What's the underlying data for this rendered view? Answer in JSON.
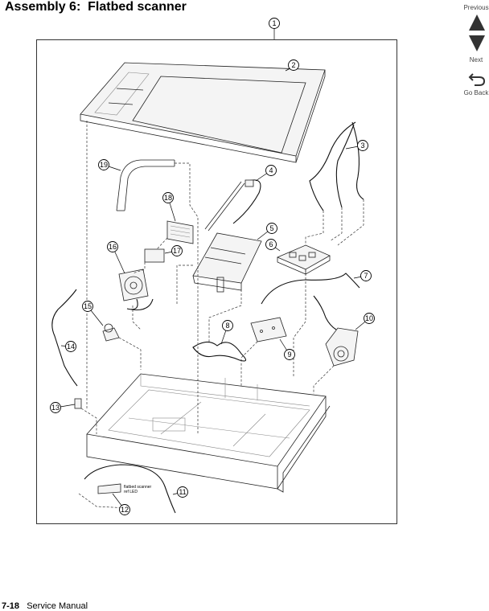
{
  "header": {
    "title": "Assembly 6:  Flatbed scanner"
  },
  "nav": {
    "previous_label": "Previous",
    "next_label": "Next",
    "back_label": "Go Back"
  },
  "diagram": {
    "callouts": [
      "1",
      "2",
      "3",
      "4",
      "5",
      "6",
      "7",
      "8",
      "9",
      "10",
      "11",
      "12",
      "13",
      "14",
      "15",
      "16",
      "17",
      "18",
      "19"
    ],
    "annotation_line1": "flatbed scanner",
    "annotation_line2": "ref LED"
  },
  "footer": {
    "page_number": "7-18",
    "manual_label": "Service Manual"
  }
}
